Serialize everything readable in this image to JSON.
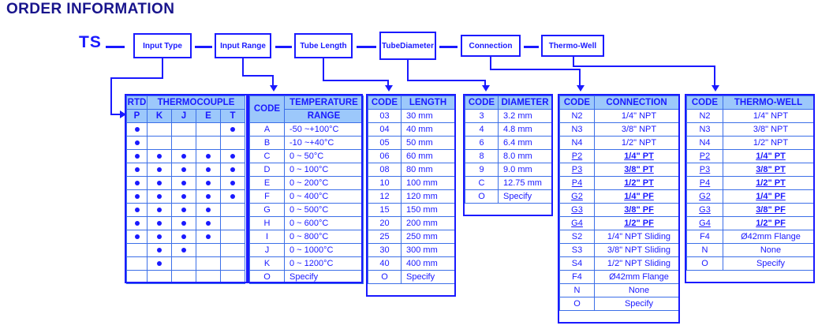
{
  "title": "ORDER INFORMATION",
  "prefix": "TS",
  "colors": {
    "line": "#1a1aff",
    "header_fill": "#9cc8fb",
    "title": "#18148c",
    "text": "#1a1aff"
  },
  "segments": [
    {
      "label": "Input Type"
    },
    {
      "label": "Input Range"
    },
    {
      "label": "Tube Length"
    },
    {
      "label": "Tube\nDiameter"
    },
    {
      "label": "Connection"
    },
    {
      "label": "Thermo-Well"
    }
  ],
  "input_type_table": {
    "group_headers": [
      {
        "label": "RTD",
        "span": 1
      },
      {
        "label": "THERMOCOUPLE",
        "span": 4
      }
    ],
    "columns": [
      "P",
      "K",
      "J",
      "E",
      "T"
    ],
    "rows": [
      {
        "code": "A",
        "marks": [
          true,
          false,
          false,
          false,
          true
        ]
      },
      {
        "code": "B",
        "marks": [
          true,
          false,
          false,
          false,
          false
        ]
      },
      {
        "code": "C",
        "marks": [
          true,
          true,
          true,
          true,
          true
        ]
      },
      {
        "code": "D",
        "marks": [
          true,
          true,
          true,
          true,
          true
        ]
      },
      {
        "code": "E",
        "marks": [
          true,
          true,
          true,
          true,
          true
        ]
      },
      {
        "code": "F",
        "marks": [
          true,
          true,
          true,
          true,
          true
        ]
      },
      {
        "code": "G",
        "marks": [
          true,
          true,
          true,
          true,
          false
        ]
      },
      {
        "code": "H",
        "marks": [
          true,
          true,
          true,
          true,
          false
        ]
      },
      {
        "code": "I",
        "marks": [
          true,
          true,
          true,
          true,
          false
        ]
      },
      {
        "code": "J",
        "marks": [
          false,
          true,
          true,
          false,
          false
        ]
      },
      {
        "code": "K",
        "marks": [
          false,
          true,
          false,
          false,
          false
        ]
      },
      {
        "code": "O",
        "marks": [
          false,
          false,
          false,
          false,
          false
        ]
      }
    ]
  },
  "range_table": {
    "headers": [
      "CODE",
      "TEMPERATURE",
      "RANGE"
    ],
    "rows": [
      {
        "code": "A",
        "value": "-50 ~+100°C"
      },
      {
        "code": "B",
        "value": "-10 ~+40°C"
      },
      {
        "code": "C",
        "value": "0 ~ 50°C"
      },
      {
        "code": "D",
        "value": "0 ~ 100°C"
      },
      {
        "code": "E",
        "value": "0 ~ 200°C"
      },
      {
        "code": "F",
        "value": "0 ~ 400°C"
      },
      {
        "code": "G",
        "value": "0 ~ 500°C"
      },
      {
        "code": "H",
        "value": "0 ~ 600°C"
      },
      {
        "code": "I",
        "value": "0 ~ 800°C"
      },
      {
        "code": "J",
        "value": "0 ~ 1000°C"
      },
      {
        "code": "K",
        "value": "0 ~ 1200°C"
      },
      {
        "code": "O",
        "value": "Specify"
      }
    ]
  },
  "length_table": {
    "headers": [
      "CODE",
      "LENGTH"
    ],
    "rows": [
      {
        "code": "03",
        "value": "30 mm"
      },
      {
        "code": "04",
        "value": "40 mm"
      },
      {
        "code": "05",
        "value": "50 mm"
      },
      {
        "code": "06",
        "value": "60 mm"
      },
      {
        "code": "08",
        "value": "80 mm"
      },
      {
        "code": "10",
        "value": "100 mm"
      },
      {
        "code": "12",
        "value": "120 mm"
      },
      {
        "code": "15",
        "value": "150 mm"
      },
      {
        "code": "20",
        "value": "200 mm"
      },
      {
        "code": "25",
        "value": "250 mm"
      },
      {
        "code": "30",
        "value": "300 mm"
      },
      {
        "code": "40",
        "value": "400 mm"
      },
      {
        "code": "O",
        "value": "Specify"
      }
    ]
  },
  "diameter_table": {
    "headers": [
      "CODE",
      "DIAMETER"
    ],
    "rows": [
      {
        "code": "3",
        "value": "3.2 mm"
      },
      {
        "code": "4",
        "value": "4.8 mm"
      },
      {
        "code": "6",
        "value": "6.4 mm"
      },
      {
        "code": "8",
        "value": "8.0 mm"
      },
      {
        "code": "9",
        "value": "9.0 mm"
      },
      {
        "code": "C",
        "value": "12.75 mm"
      },
      {
        "code": "O",
        "value": "Specify"
      }
    ]
  },
  "connection_table": {
    "headers": [
      "CODE",
      "CONNECTION"
    ],
    "rows": [
      {
        "code": "N2",
        "value": "1/4\" NPT",
        "underline": false
      },
      {
        "code": "N3",
        "value": "3/8\" NPT",
        "underline": false
      },
      {
        "code": "N4",
        "value": "1/2\" NPT",
        "underline": false
      },
      {
        "code": "P2",
        "value": "1/4\" PT",
        "underline": true
      },
      {
        "code": "P3",
        "value": "3/8\" PT",
        "underline": true
      },
      {
        "code": "P4",
        "value": "1/2\" PT",
        "underline": true
      },
      {
        "code": "G2",
        "value": "1/4\" PF",
        "underline": true
      },
      {
        "code": "G3",
        "value": "3/8\" PF",
        "underline": true
      },
      {
        "code": "G4",
        "value": "1/2\" PF",
        "underline": true
      },
      {
        "code": "S2",
        "value": "1/4\" NPT Sliding",
        "underline": false
      },
      {
        "code": "S3",
        "value": "3/8\" NPT Sliding",
        "underline": false
      },
      {
        "code": "S4",
        "value": "1/2\" NPT Sliding",
        "underline": false
      },
      {
        "code": "F4",
        "value": "Ø42mm Flange",
        "underline": false
      },
      {
        "code": "N",
        "value": "None",
        "underline": false
      },
      {
        "code": "O",
        "value": "Specify",
        "underline": false
      }
    ]
  },
  "thermowell_table": {
    "headers": [
      "CODE",
      "THERMO-WELL"
    ],
    "rows": [
      {
        "code": "N2",
        "value": "1/4\" NPT",
        "underline": false
      },
      {
        "code": "N3",
        "value": "3/8\" NPT",
        "underline": false
      },
      {
        "code": "N4",
        "value": "1/2\" NPT",
        "underline": false
      },
      {
        "code": "P2",
        "value": "1/4\" PT",
        "underline": true
      },
      {
        "code": "P3",
        "value": "3/8\" PT",
        "underline": true
      },
      {
        "code": "P4",
        "value": "1/2\" PT",
        "underline": true
      },
      {
        "code": "G2",
        "value": "1/4\" PF",
        "underline": true
      },
      {
        "code": "G3",
        "value": "3/8\" PF",
        "underline": true
      },
      {
        "code": "G4",
        "value": "1/2\" PF",
        "underline": true
      },
      {
        "code": "F4",
        "value": "Ø42mm Flange",
        "underline": false
      },
      {
        "code": "N",
        "value": "None",
        "underline": false
      },
      {
        "code": "O",
        "value": "Specify",
        "underline": false
      }
    ]
  }
}
